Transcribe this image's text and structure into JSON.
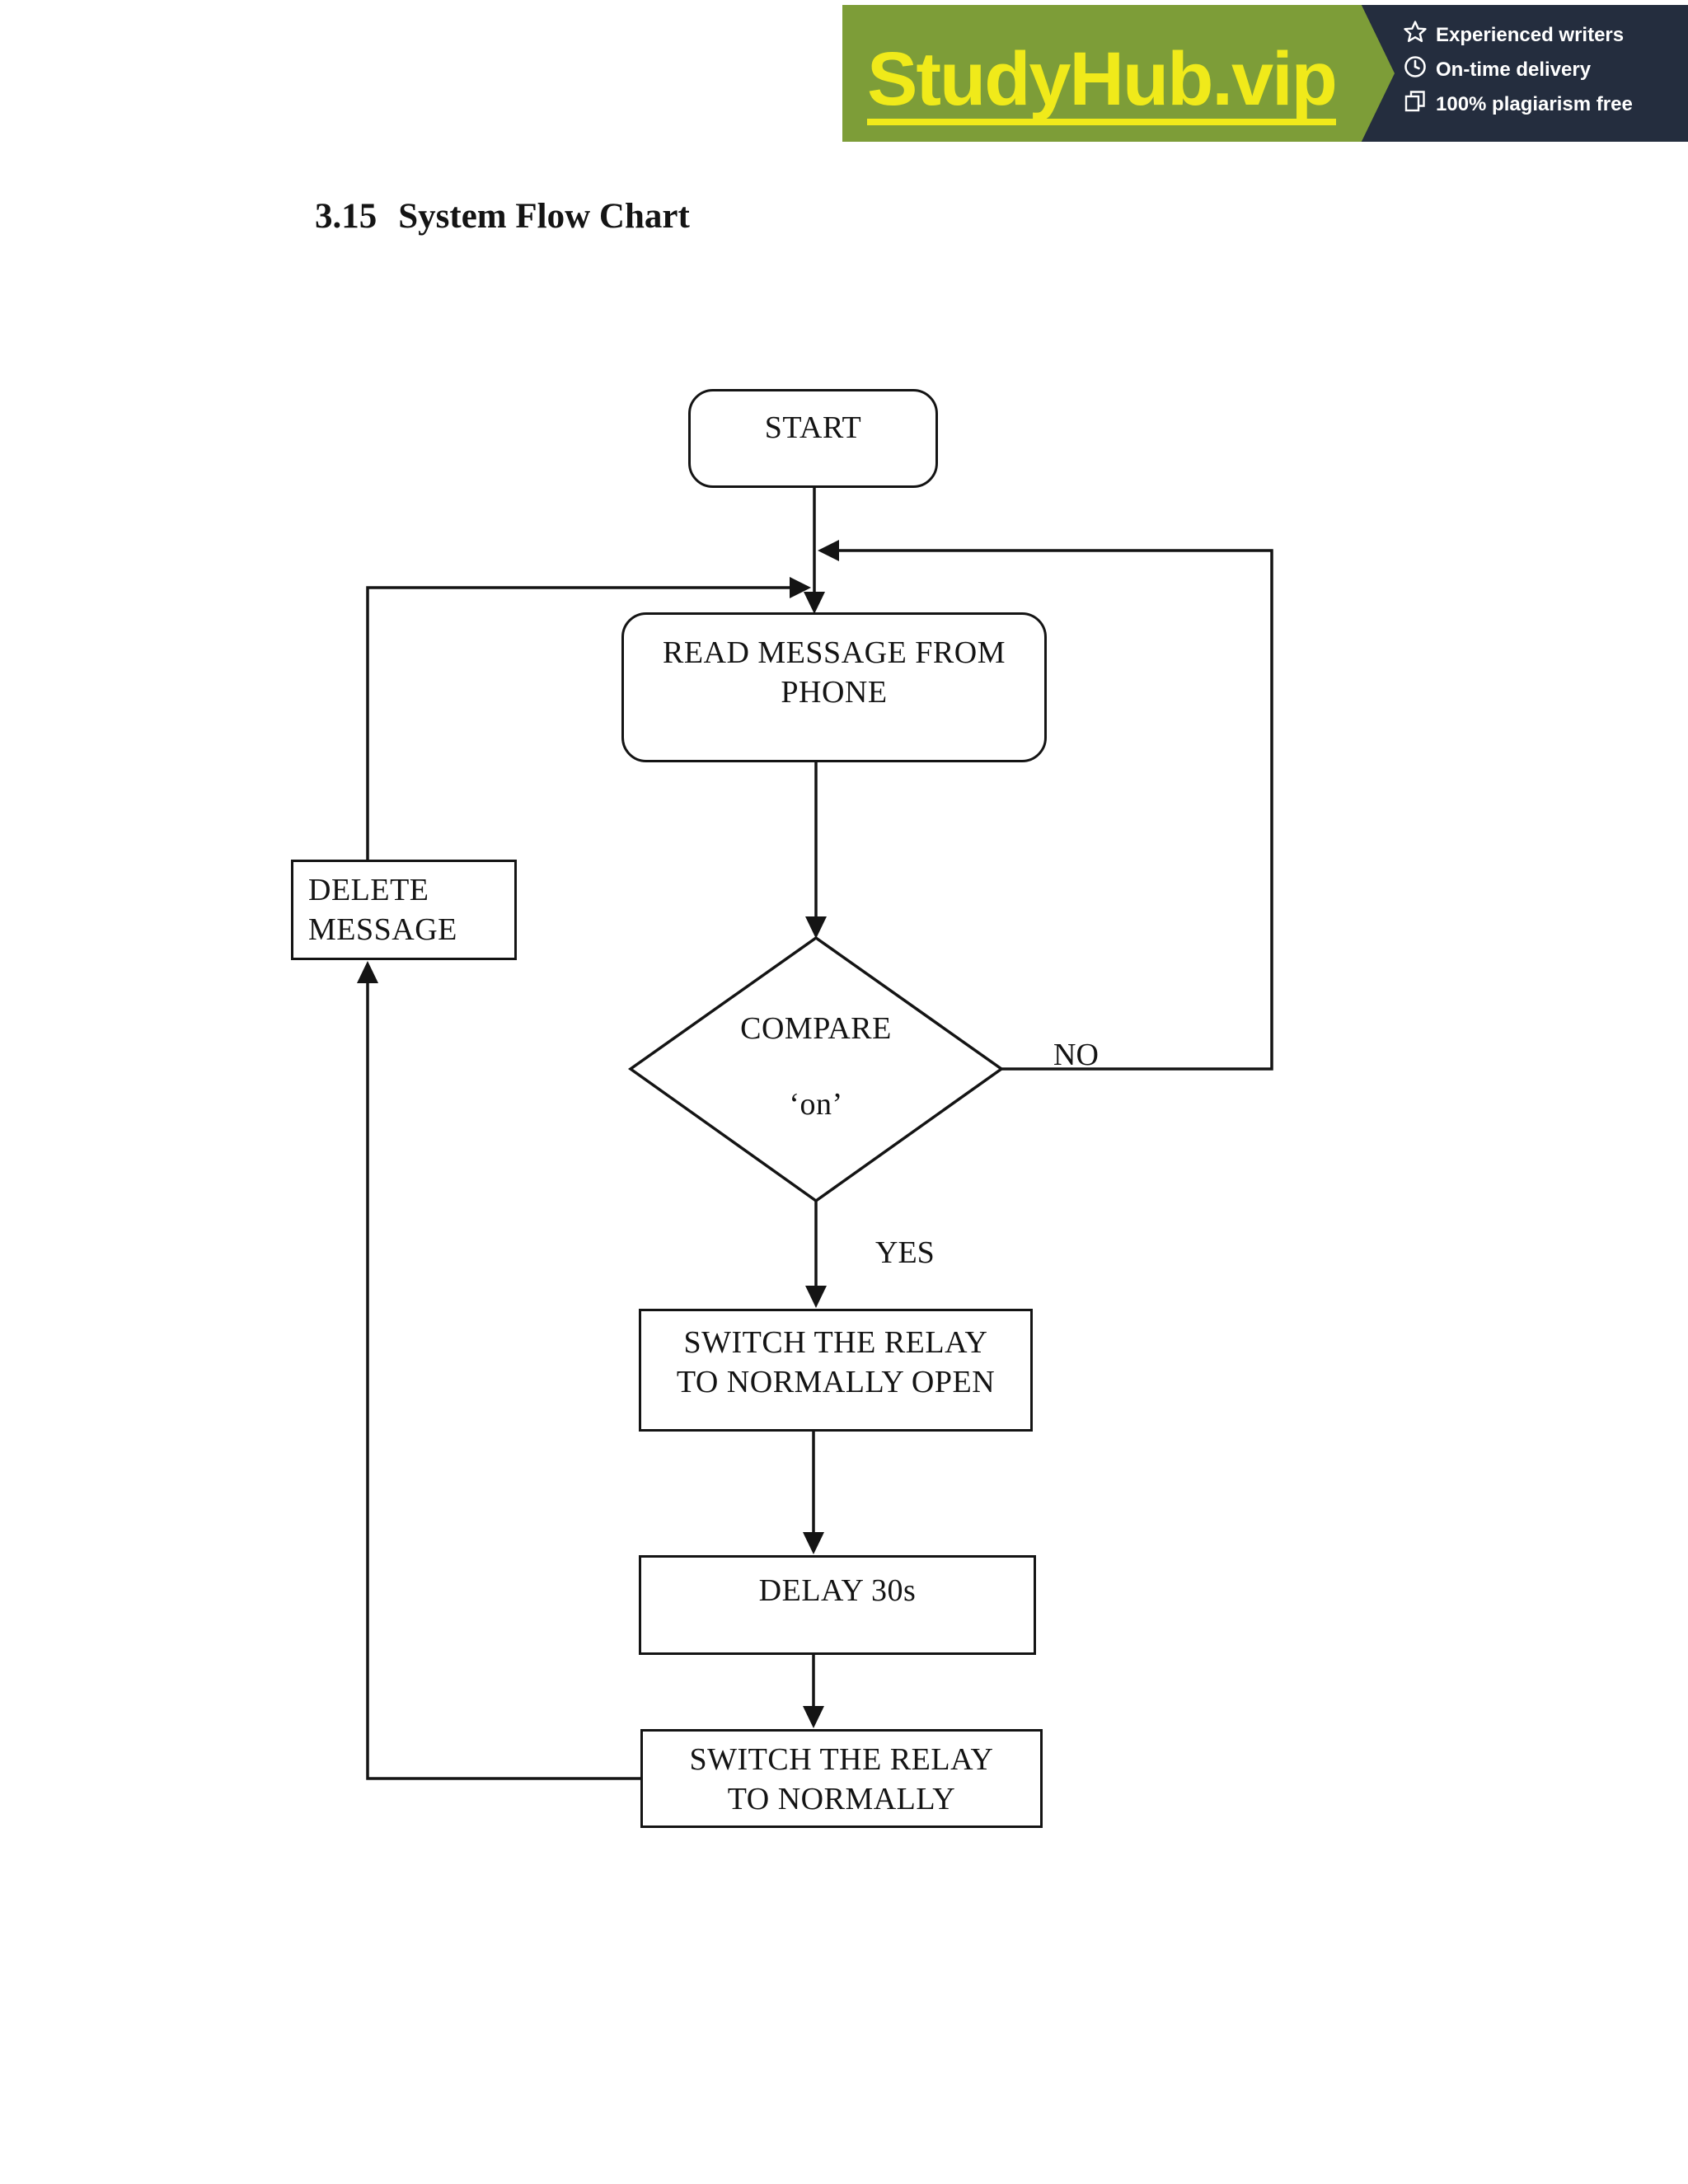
{
  "banner": {
    "brand": "StudyHub.vip",
    "features": [
      {
        "icon": "star-icon",
        "label": "Experienced writers"
      },
      {
        "icon": "clock-icon",
        "label": "On-time delivery"
      },
      {
        "icon": "copy-icon",
        "label": "100% plagiarism free"
      }
    ],
    "colors": {
      "green": "#7d9d38",
      "dark_navy": "#242d3e",
      "brand_yellow": "#f0ea1a",
      "feature_text": "#ffffff"
    }
  },
  "document": {
    "section_number": "3.15",
    "section_title": "System Flow Chart"
  },
  "flowchart": {
    "nodes": [
      {
        "id": "start",
        "type": "rounded-rect",
        "label": "START"
      },
      {
        "id": "read",
        "type": "rounded-rect",
        "lines": [
          "READ MESSAGE FROM",
          "PHONE"
        ]
      },
      {
        "id": "delete",
        "type": "rect",
        "lines": [
          "DELETE",
          "MESSAGE"
        ]
      },
      {
        "id": "compare",
        "type": "diamond",
        "lines": [
          "COMPARE",
          "‘on’"
        ]
      },
      {
        "id": "switch_open",
        "type": "rect",
        "lines": [
          "SWITCH THE RELAY",
          "TO NORMALLY OPEN"
        ]
      },
      {
        "id": "delay",
        "type": "rect",
        "label": "DELAY 30s"
      },
      {
        "id": "switch_normally",
        "type": "rect",
        "lines": [
          "SWITCH THE RELAY",
          "TO NORMALLY"
        ]
      }
    ],
    "edges": [
      {
        "from": "start",
        "to": "read"
      },
      {
        "from": "read",
        "to": "compare"
      },
      {
        "from": "compare",
        "to": "switch_open",
        "label": "YES"
      },
      {
        "from": "compare",
        "to": "read",
        "label": "NO",
        "route": "right-loop"
      },
      {
        "from": "switch_open",
        "to": "delay"
      },
      {
        "from": "delay",
        "to": "switch_normally"
      },
      {
        "from": "switch_normally",
        "to": "delete",
        "route": "left-loop"
      },
      {
        "from": "delete",
        "to": "read"
      }
    ],
    "edge_labels": {
      "no": "NO",
      "yes": "YES"
    }
  }
}
